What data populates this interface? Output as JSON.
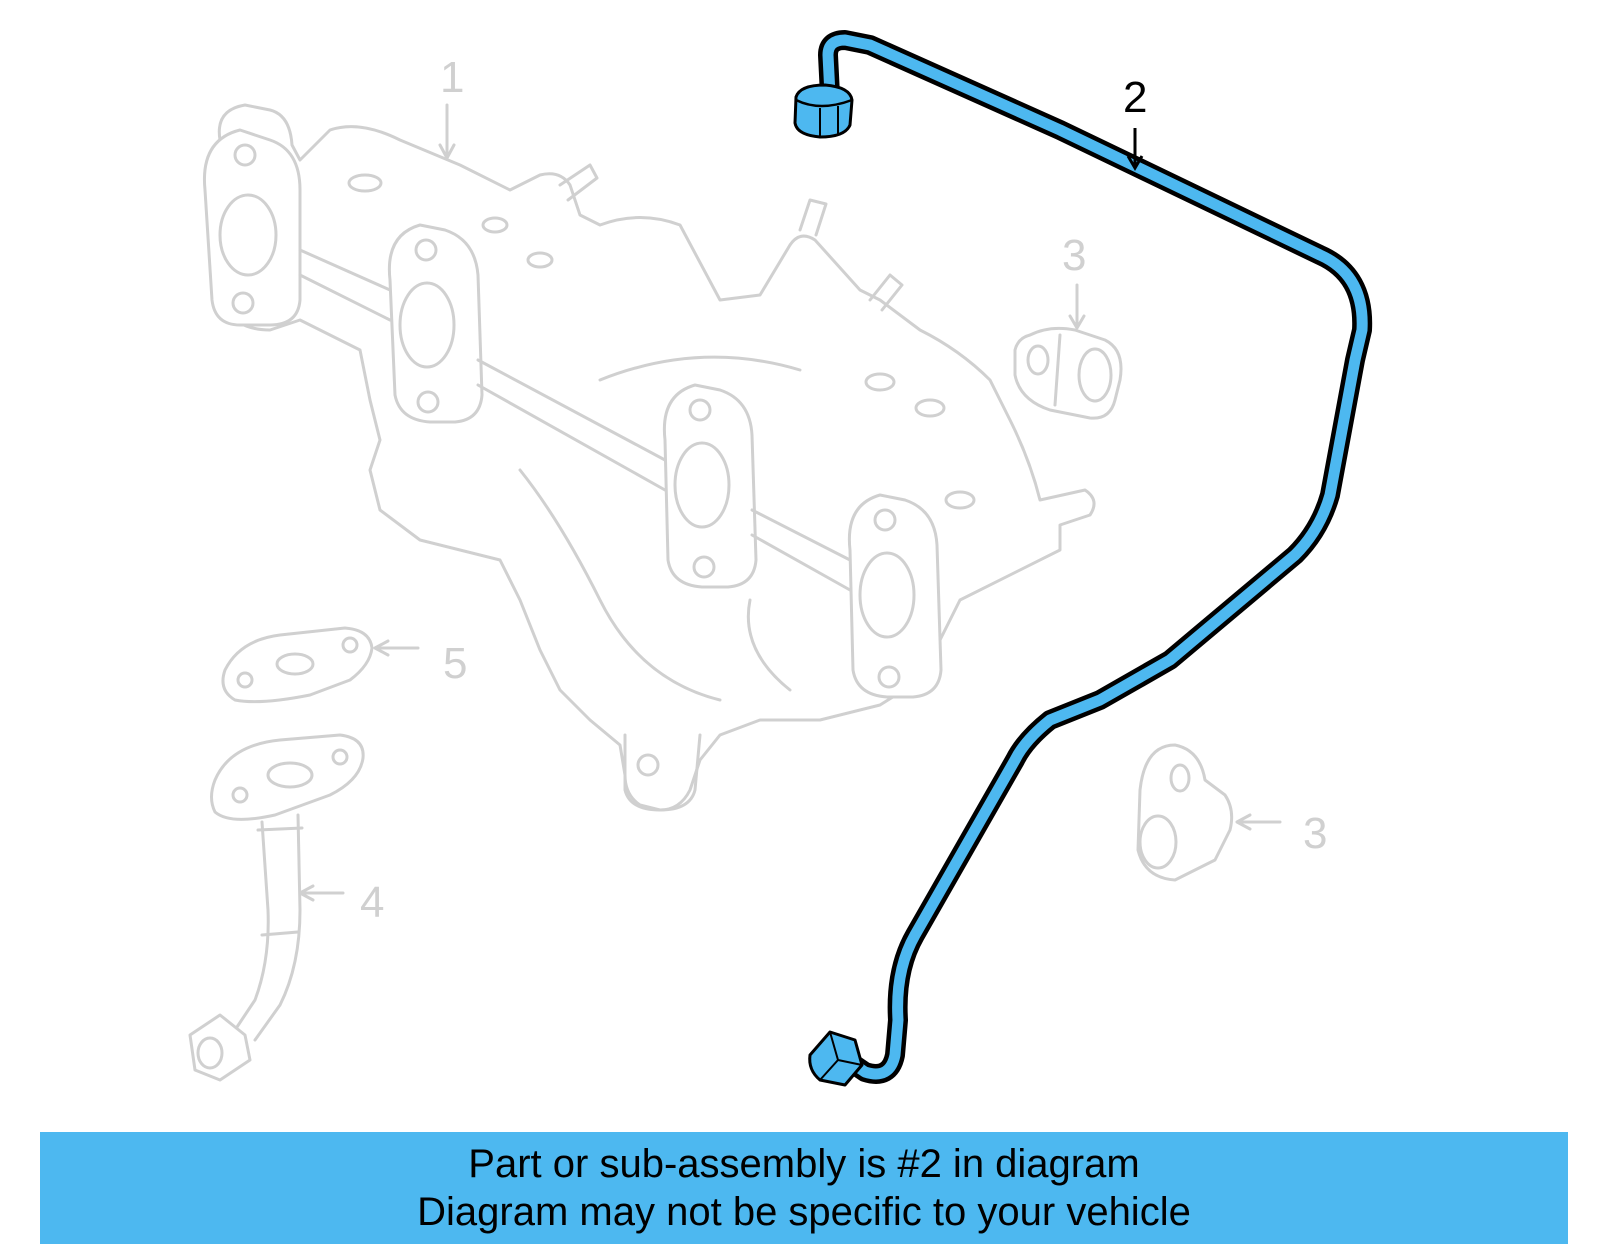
{
  "callouts": {
    "part1": "1",
    "part2": "2",
    "part3a": "3",
    "part3b": "3",
    "part4": "4",
    "part5": "5"
  },
  "colors": {
    "highlight": "#4db8f0",
    "ghost": "#d0d0d0",
    "outline": "#000000"
  },
  "banner": {
    "line1": "Part or sub-assembly is #2 in diagram",
    "line2": "Diagram may not be specific to your vehicle"
  }
}
